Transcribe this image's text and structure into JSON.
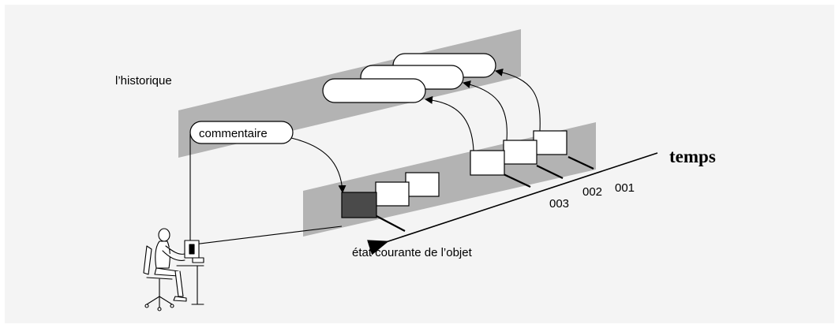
{
  "diagram": {
    "labels": {
      "history": "l’historique",
      "comment": "commentaire",
      "time": "temps",
      "current_state": "état courante de l’objet",
      "v001": "001",
      "v002": "002",
      "v003": "003"
    },
    "colors": {
      "band": "#b3b3b3",
      "background": "#f4f4f4",
      "current_box": "#4a4a4a",
      "stroke": "#000000"
    }
  }
}
